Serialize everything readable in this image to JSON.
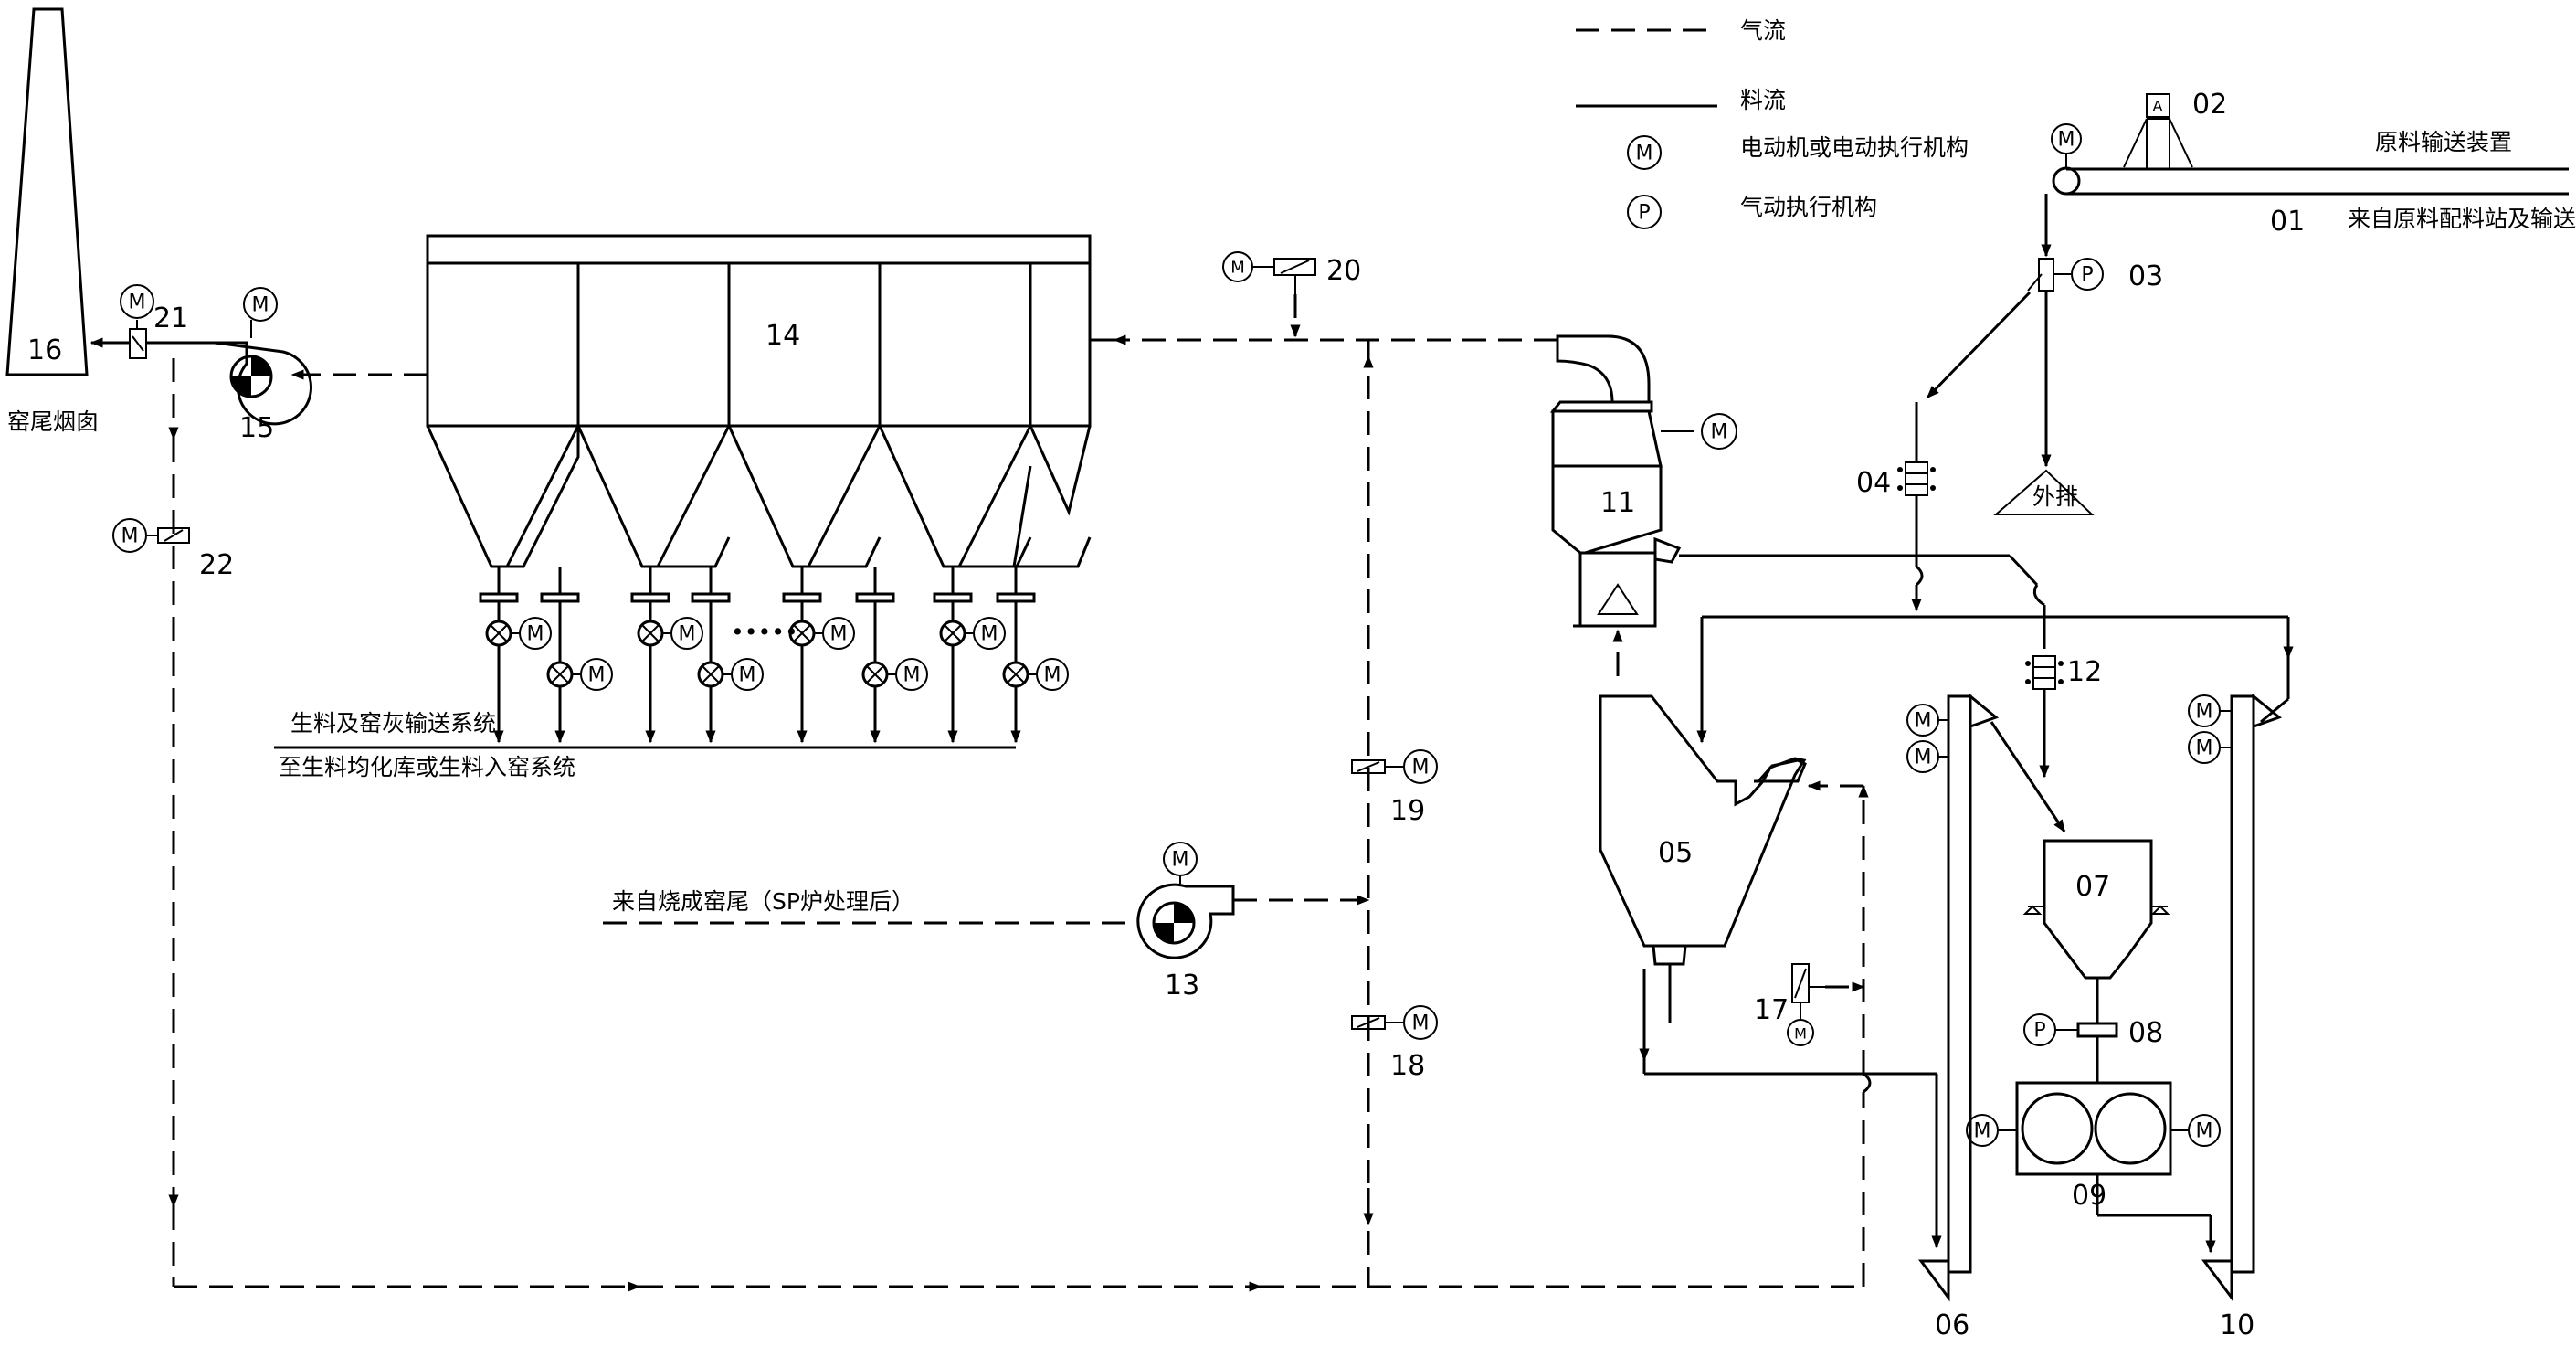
{
  "legend": {
    "gas_flow": "气流",
    "material_flow": "料流",
    "motor": "电动机或电动执行机构",
    "pneumatic": "气动执行机构",
    "motor_symbol": "M",
    "pneumatic_symbol": "P"
  },
  "labels": {
    "raw_conveyor": "原料输送装置",
    "from_batching": "来自原料配料站及输送",
    "discharge": "外排",
    "chimney": "窑尾烟囱",
    "raw_meal_system_1": "生料及窑灰输送系统",
    "raw_meal_system_2": "至生料均化库或生料入窑系统",
    "from_kiln": "来自烧成窑尾（SP炉处理后）",
    "weigh_symbol": "A",
    "dots": "•••••"
  },
  "numbers": {
    "n01": "01",
    "n02": "02",
    "n03": "03",
    "n04": "04",
    "n05": "05",
    "n06": "06",
    "n07": "07",
    "n08": "08",
    "n09": "09",
    "n10": "10",
    "n11": "11",
    "n12": "12",
    "n13": "13",
    "n14": "14",
    "n15": "15",
    "n16": "16",
    "n17": "17",
    "n18": "18",
    "n19": "19",
    "n20": "20",
    "n21": "21",
    "n22": "22"
  }
}
